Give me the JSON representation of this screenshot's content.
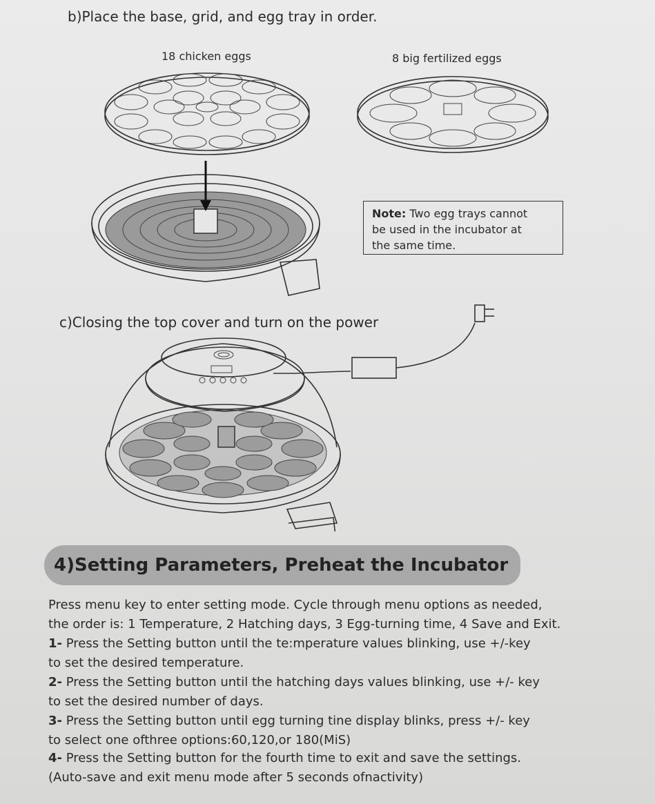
{
  "page": {
    "step_b_heading": "b)Place the base, grid, and egg tray in order.",
    "tray_18_label": "18 chicken eggs",
    "tray_8_label": "8 big fertilized eggs",
    "note": {
      "label": "Note:",
      "text_line1": " Two egg trays cannot",
      "text_line2": "be used in the incubator at",
      "text_line3": "the same time."
    },
    "step_c_heading": "c)Closing the top cover and turn on the power",
    "section_title": "4)Setting Parameters, Preheat  the Incubator",
    "intro_line1": "Press menu key to enter setting mode. Cycle through menu options as needed,",
    "intro_line2": "the order is: 1 Temperature, 2 Hatching days, 3 Egg-turning time, 4 Save and Exit.",
    "steps": [
      {
        "num": "1-",
        "line1": " Press the Setting button until the te:mperature values blinking, use +/-key",
        "line2": "to set the desired temperature."
      },
      {
        "num": "2-",
        "line1": " Press the Setting button until the hatching days values blinking, use +/- key",
        "line2": "to set the desired number of days."
      },
      {
        "num": "3-",
        "line1": " Press the Setting button until egg turning tine display blinks, press +/- key",
        "line2": "to select one ofthree options:60,120,or 180(MiS)"
      },
      {
        "num": "4-",
        "line1": " Press the Setting button for the fourth time to exit and save the settings.",
        "line2": "(Auto-save and exit menu mode after 5 seconds ofnactivity)"
      }
    ]
  }
}
